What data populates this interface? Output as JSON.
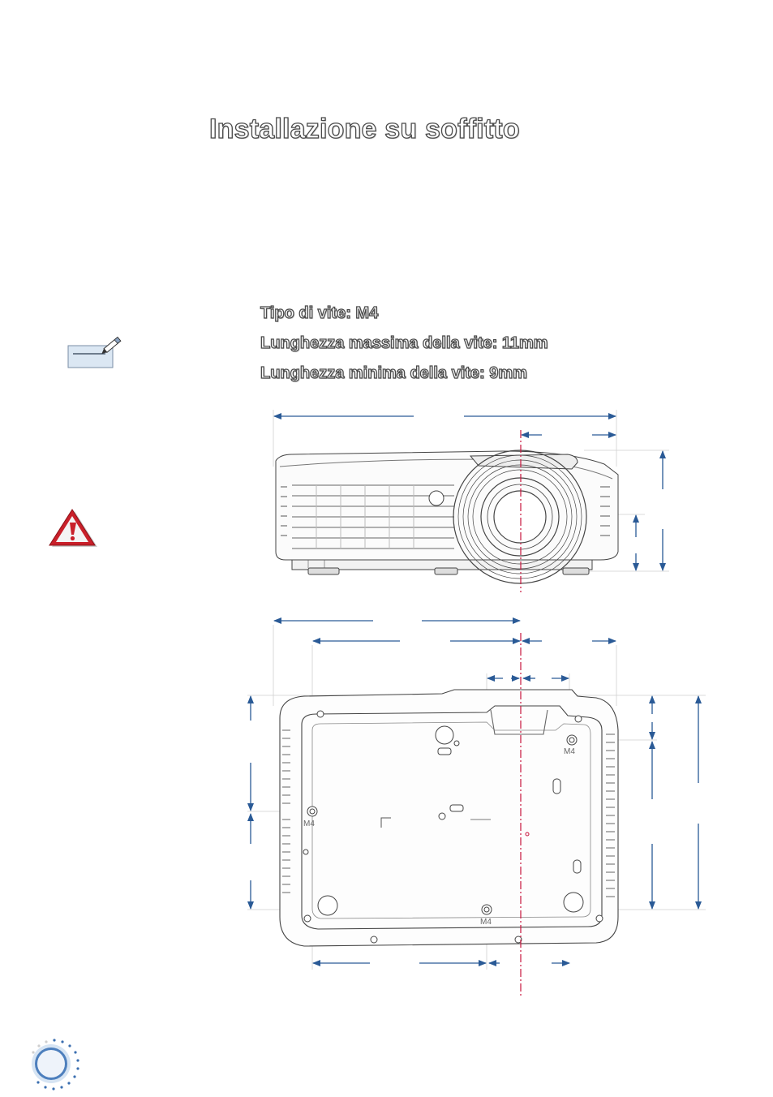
{
  "page": {
    "title": "Installazione su soffitto"
  },
  "specs": {
    "screw_type": "Tipo di vite: M4",
    "max_length": "Lunghezza massima della vite: 11mm",
    "min_length": "Lunghezza minima della vite: 9mm"
  },
  "diagram": {
    "hole_label_left": "M4",
    "hole_label_right": "M4",
    "hole_label_bottom": "M4"
  },
  "icons": {
    "note": "pencil-note-icon",
    "warning": "warning-triangle-icon"
  },
  "colors": {
    "dimension_arrow": "#2a5a96",
    "center_line": "#c8143c",
    "outline_text": "#4a4a4a",
    "badge": "#3b6fb0"
  }
}
